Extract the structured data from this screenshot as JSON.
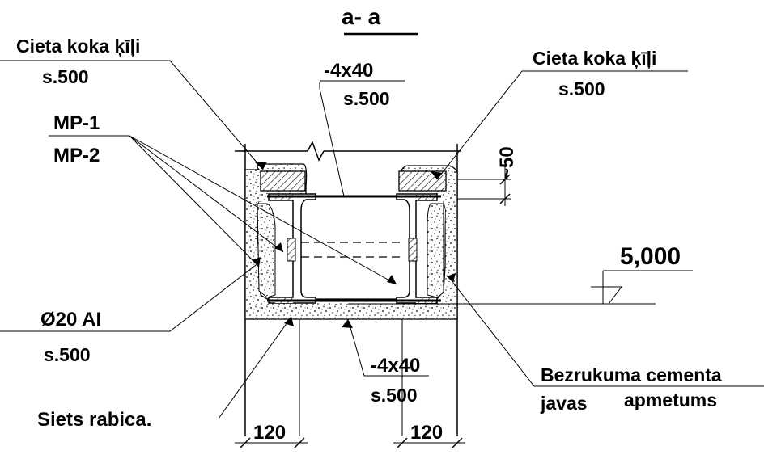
{
  "section_title": "a- a",
  "labels": {
    "wood_wedges_left": "Cieta koka ķīļi",
    "wood_wedges_left_spacing": "s.500",
    "wood_wedges_right": "Cieta koka ķīļi",
    "wood_wedges_right_spacing": "s.500",
    "top_plate": "-4x40",
    "top_plate_spacing": "s.500",
    "mp1": "MP-1",
    "mp2": "MP-2",
    "bar": "Ø20 AI",
    "bar_spacing": "s.500",
    "mesh": "Siets  rabica.",
    "bottom_plate": "-4x40",
    "bottom_plate_spacing": "s.500",
    "plaster_line1": "Bezrukuma cementa",
    "plaster_line2_a": "javas",
    "plaster_line2_b": "apmetums",
    "gap": "~50",
    "level": "5,000",
    "dim_left": "120",
    "dim_right": "120"
  }
}
